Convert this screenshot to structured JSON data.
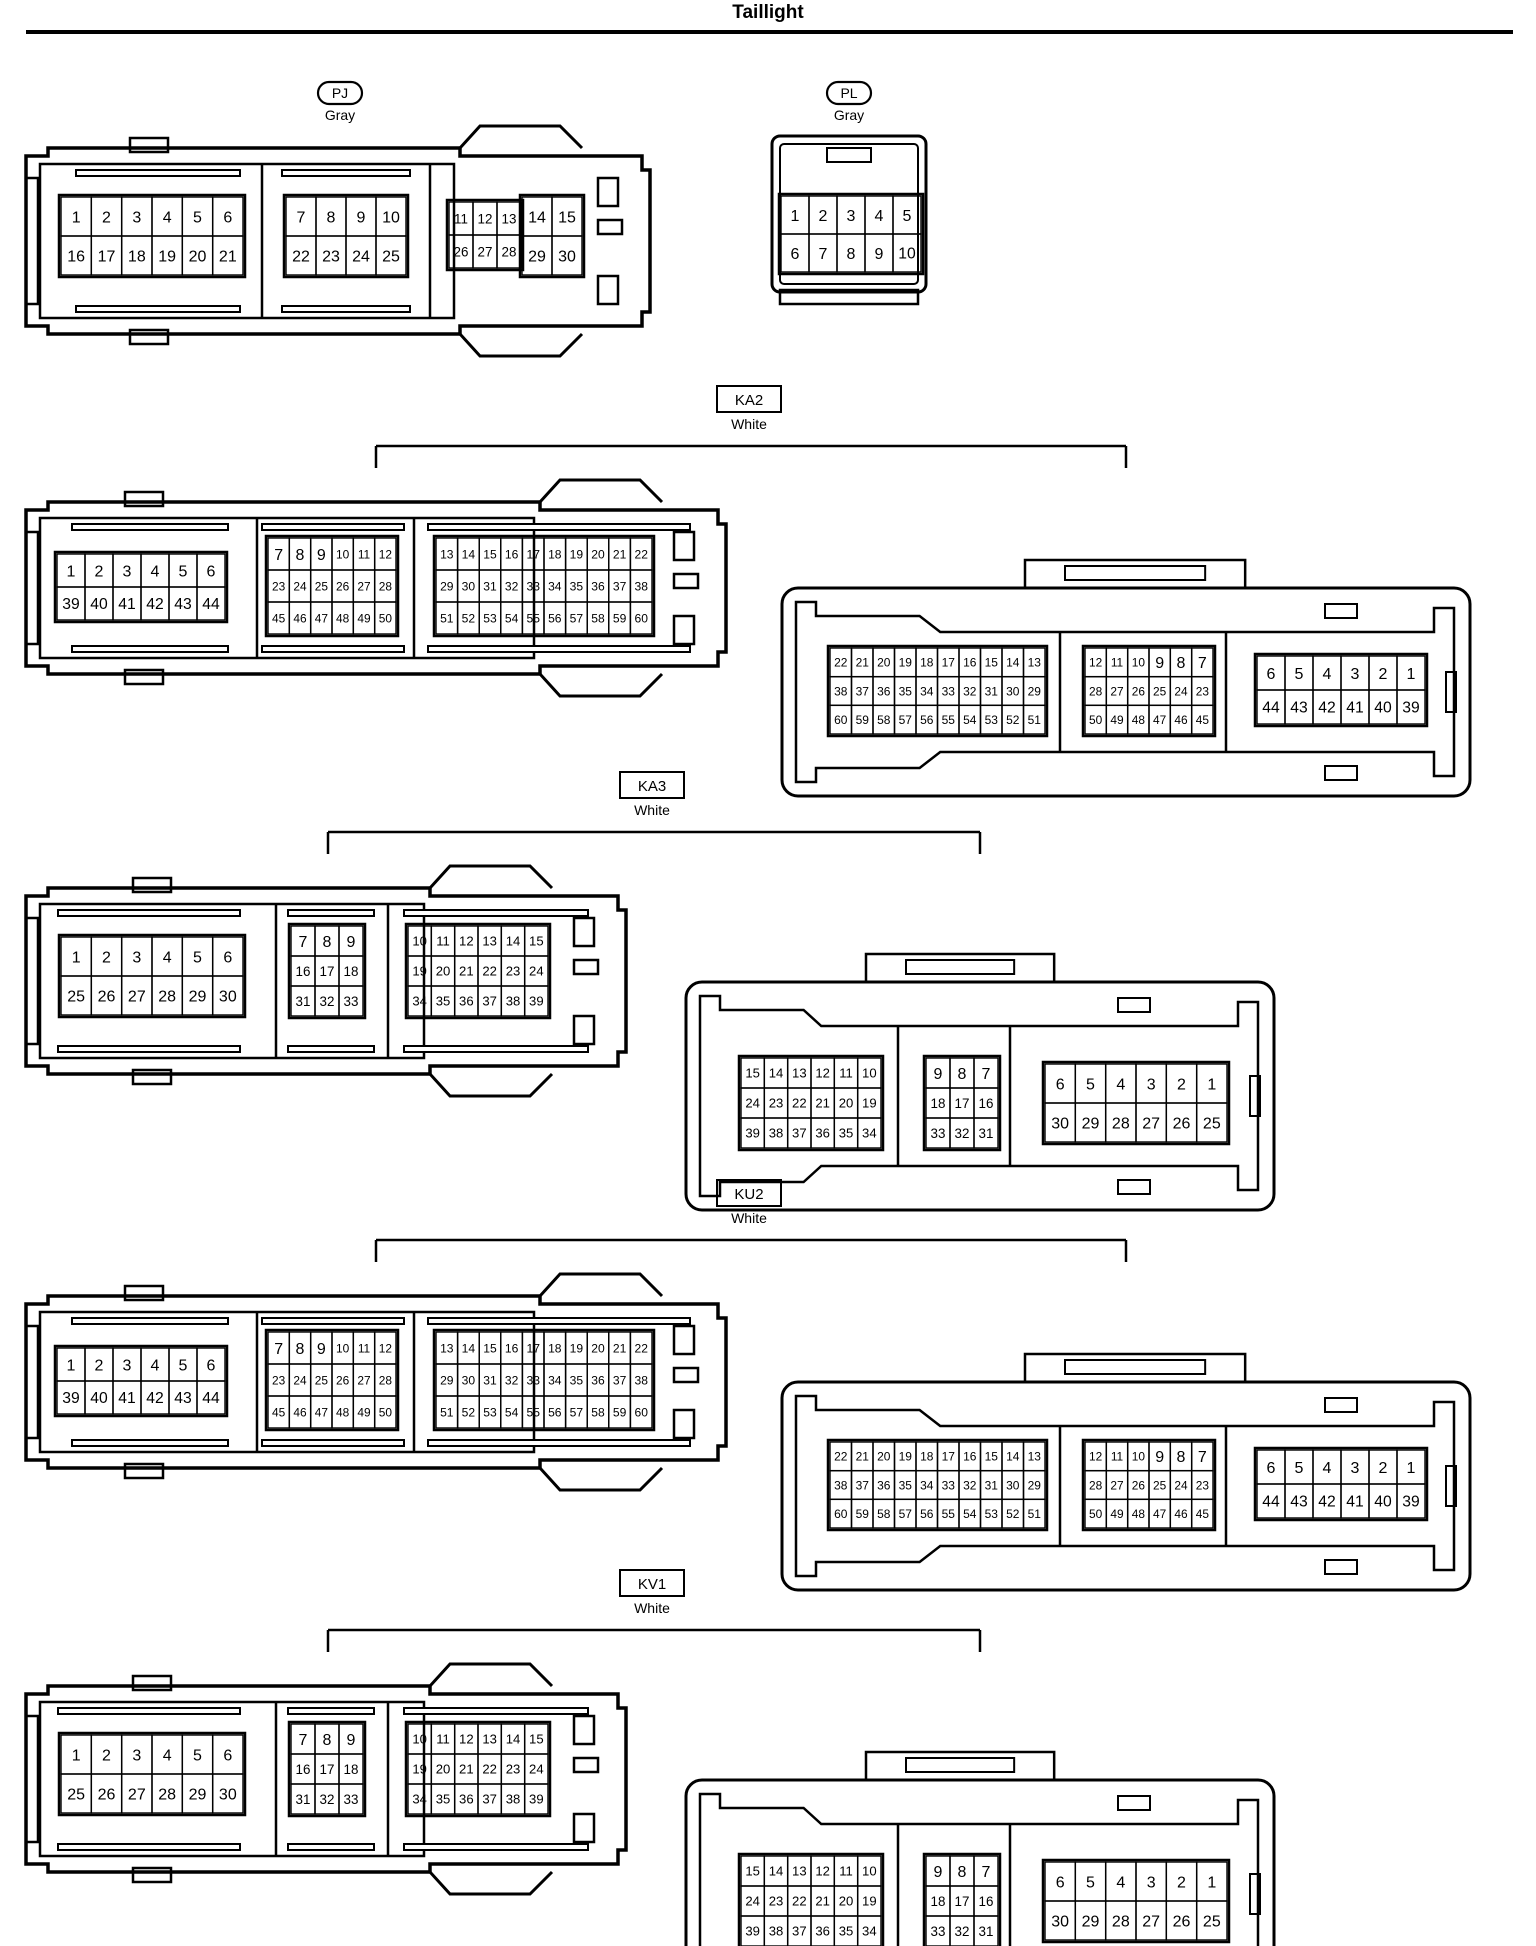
{
  "page": {
    "title": "Taillight"
  },
  "connectors": [
    {
      "id": "PJ",
      "color": "Gray",
      "label_style": "pill",
      "bodies": [
        {
          "kind": "male",
          "groups": [
            {
              "rows": [
                [
                  "1",
                  "2",
                  "3",
                  "4",
                  "5",
                  "6"
                ],
                [
                  "16",
                  "17",
                  "18",
                  "19",
                  "20",
                  "21"
                ]
              ]
            },
            {
              "rows": [
                [
                  "7",
                  "8",
                  "9",
                  "10"
                ],
                [
                  "22",
                  "23",
                  "24",
                  "25"
                ]
              ]
            },
            {
              "rows": [
                [
                  "11",
                  "12",
                  "13"
                ],
                [
                  "26",
                  "27",
                  "28"
                ]
              ]
            },
            {
              "rows": [
                [
                  "14",
                  "15"
                ],
                [
                  "29",
                  "30"
                ]
              ]
            }
          ]
        }
      ]
    },
    {
      "id": "PL",
      "color": "Gray",
      "label_style": "pill",
      "bodies": [
        {
          "kind": "small",
          "groups": [
            {
              "rows": [
                [
                  "1",
                  "2",
                  "3",
                  "4",
                  "5"
                ],
                [
                  "6",
                  "7",
                  "8",
                  "9",
                  "10"
                ]
              ]
            }
          ]
        }
      ]
    },
    {
      "id": "KA2",
      "color": "White",
      "label_style": "box",
      "bodies": [
        {
          "kind": "male",
          "groups": [
            {
              "rows": [
                [
                  "1",
                  "2",
                  "3",
                  "4",
                  "5",
                  "6"
                ],
                [
                  "39",
                  "40",
                  "41",
                  "42",
                  "43",
                  "44"
                ]
              ]
            },
            {
              "rows": [
                [
                  "7",
                  "8",
                  "9",
                  "10",
                  "11",
                  "12"
                ],
                [
                  "23",
                  "24",
                  "25",
                  "26",
                  "27",
                  "28"
                ],
                [
                  "45",
                  "46",
                  "47",
                  "48",
                  "49",
                  "50"
                ]
              ]
            },
            {
              "rows": [
                [
                  "13",
                  "14",
                  "15",
                  "16",
                  "17",
                  "18",
                  "19",
                  "20",
                  "21",
                  "22"
                ],
                [
                  "29",
                  "30",
                  "31",
                  "32",
                  "33",
                  "34",
                  "35",
                  "36",
                  "37",
                  "38"
                ],
                [
                  "51",
                  "52",
                  "53",
                  "54",
                  "55",
                  "56",
                  "57",
                  "58",
                  "59",
                  "60"
                ]
              ]
            }
          ]
        },
        {
          "kind": "female",
          "groups": [
            {
              "rows": [
                [
                  "22",
                  "21",
                  "20",
                  "19",
                  "18",
                  "17",
                  "16",
                  "15",
                  "14",
                  "13"
                ],
                [
                  "38",
                  "37",
                  "36",
                  "35",
                  "34",
                  "33",
                  "32",
                  "31",
                  "30",
                  "29"
                ],
                [
                  "60",
                  "59",
                  "58",
                  "57",
                  "56",
                  "55",
                  "54",
                  "53",
                  "52",
                  "51"
                ]
              ]
            },
            {
              "rows": [
                [
                  "12",
                  "11",
                  "10",
                  "9",
                  "8",
                  "7"
                ],
                [
                  "28",
                  "27",
                  "26",
                  "25",
                  "24",
                  "23"
                ],
                [
                  "50",
                  "49",
                  "48",
                  "47",
                  "46",
                  "45"
                ]
              ]
            },
            {
              "rows": [
                [
                  "6",
                  "5",
                  "4",
                  "3",
                  "2",
                  "1"
                ],
                [
                  "44",
                  "43",
                  "42",
                  "41",
                  "40",
                  "39"
                ]
              ]
            }
          ]
        }
      ]
    },
    {
      "id": "KA3",
      "color": "White",
      "label_style": "box",
      "bodies": [
        {
          "kind": "male",
          "groups": [
            {
              "rows": [
                [
                  "1",
                  "2",
                  "3",
                  "4",
                  "5",
                  "6"
                ],
                [
                  "25",
                  "26",
                  "27",
                  "28",
                  "29",
                  "30"
                ]
              ]
            },
            {
              "rows": [
                [
                  "7",
                  "8",
                  "9"
                ],
                [
                  "16",
                  "17",
                  "18"
                ],
                [
                  "31",
                  "32",
                  "33"
                ]
              ]
            },
            {
              "rows": [
                [
                  "10",
                  "11",
                  "12",
                  "13",
                  "14",
                  "15"
                ],
                [
                  "19",
                  "20",
                  "21",
                  "22",
                  "23",
                  "24"
                ],
                [
                  "34",
                  "35",
                  "36",
                  "37",
                  "38",
                  "39"
                ]
              ]
            }
          ]
        },
        {
          "kind": "female",
          "groups": [
            {
              "rows": [
                [
                  "15",
                  "14",
                  "13",
                  "12",
                  "11",
                  "10"
                ],
                [
                  "24",
                  "23",
                  "22",
                  "21",
                  "20",
                  "19"
                ],
                [
                  "39",
                  "38",
                  "37",
                  "36",
                  "35",
                  "34"
                ]
              ]
            },
            {
              "rows": [
                [
                  "9",
                  "8",
                  "7"
                ],
                [
                  "18",
                  "17",
                  "16"
                ],
                [
                  "33",
                  "32",
                  "31"
                ]
              ]
            },
            {
              "rows": [
                [
                  "6",
                  "5",
                  "4",
                  "3",
                  "2",
                  "1"
                ],
                [
                  "30",
                  "29",
                  "28",
                  "27",
                  "26",
                  "25"
                ]
              ]
            }
          ]
        }
      ]
    },
    {
      "id": "KU2",
      "color": "White",
      "label_style": "box",
      "bodies": [
        {
          "kind": "male",
          "groups": [
            {
              "rows": [
                [
                  "1",
                  "2",
                  "3",
                  "4",
                  "5",
                  "6"
                ],
                [
                  "39",
                  "40",
                  "41",
                  "42",
                  "43",
                  "44"
                ]
              ]
            },
            {
              "rows": [
                [
                  "7",
                  "8",
                  "9",
                  "10",
                  "11",
                  "12"
                ],
                [
                  "23",
                  "24",
                  "25",
                  "26",
                  "27",
                  "28"
                ],
                [
                  "45",
                  "46",
                  "47",
                  "48",
                  "49",
                  "50"
                ]
              ]
            },
            {
              "rows": [
                [
                  "13",
                  "14",
                  "15",
                  "16",
                  "17",
                  "18",
                  "19",
                  "20",
                  "21",
                  "22"
                ],
                [
                  "29",
                  "30",
                  "31",
                  "32",
                  "33",
                  "34",
                  "35",
                  "36",
                  "37",
                  "38"
                ],
                [
                  "51",
                  "52",
                  "53",
                  "54",
                  "55",
                  "56",
                  "57",
                  "58",
                  "59",
                  "60"
                ]
              ]
            }
          ]
        },
        {
          "kind": "female",
          "groups": [
            {
              "rows": [
                [
                  "22",
                  "21",
                  "20",
                  "19",
                  "18",
                  "17",
                  "16",
                  "15",
                  "14",
                  "13"
                ],
                [
                  "38",
                  "37",
                  "36",
                  "35",
                  "34",
                  "33",
                  "32",
                  "31",
                  "30",
                  "29"
                ],
                [
                  "60",
                  "59",
                  "58",
                  "57",
                  "56",
                  "55",
                  "54",
                  "53",
                  "52",
                  "51"
                ]
              ]
            },
            {
              "rows": [
                [
                  "12",
                  "11",
                  "10",
                  "9",
                  "8",
                  "7"
                ],
                [
                  "28",
                  "27",
                  "26",
                  "25",
                  "24",
                  "23"
                ],
                [
                  "50",
                  "49",
                  "48",
                  "47",
                  "46",
                  "45"
                ]
              ]
            },
            {
              "rows": [
                [
                  "6",
                  "5",
                  "4",
                  "3",
                  "2",
                  "1"
                ],
                [
                  "44",
                  "43",
                  "42",
                  "41",
                  "40",
                  "39"
                ]
              ]
            }
          ]
        }
      ]
    },
    {
      "id": "KV1",
      "color": "White",
      "label_style": "box",
      "bodies": [
        {
          "kind": "male",
          "groups": [
            {
              "rows": [
                [
                  "1",
                  "2",
                  "3",
                  "4",
                  "5",
                  "6"
                ],
                [
                  "25",
                  "26",
                  "27",
                  "28",
                  "29",
                  "30"
                ]
              ]
            },
            {
              "rows": [
                [
                  "7",
                  "8",
                  "9"
                ],
                [
                  "16",
                  "17",
                  "18"
                ],
                [
                  "31",
                  "32",
                  "33"
                ]
              ]
            },
            {
              "rows": [
                [
                  "10",
                  "11",
                  "12",
                  "13",
                  "14",
                  "15"
                ],
                [
                  "19",
                  "20",
                  "21",
                  "22",
                  "23",
                  "24"
                ],
                [
                  "34",
                  "35",
                  "36",
                  "37",
                  "38",
                  "39"
                ]
              ]
            }
          ]
        },
        {
          "kind": "female",
          "groups": [
            {
              "rows": [
                [
                  "15",
                  "14",
                  "13",
                  "12",
                  "11",
                  "10"
                ],
                [
                  "24",
                  "23",
                  "22",
                  "21",
                  "20",
                  "19"
                ],
                [
                  "39",
                  "38",
                  "37",
                  "36",
                  "35",
                  "34"
                ]
              ]
            },
            {
              "rows": [
                [
                  "9",
                  "8",
                  "7"
                ],
                [
                  "18",
                  "17",
                  "16"
                ],
                [
                  "33",
                  "32",
                  "31"
                ]
              ]
            },
            {
              "rows": [
                [
                  "6",
                  "5",
                  "4",
                  "3",
                  "2",
                  "1"
                ],
                [
                  "30",
                  "29",
                  "28",
                  "27",
                  "26",
                  "25"
                ]
              ]
            }
          ]
        }
      ]
    }
  ]
}
